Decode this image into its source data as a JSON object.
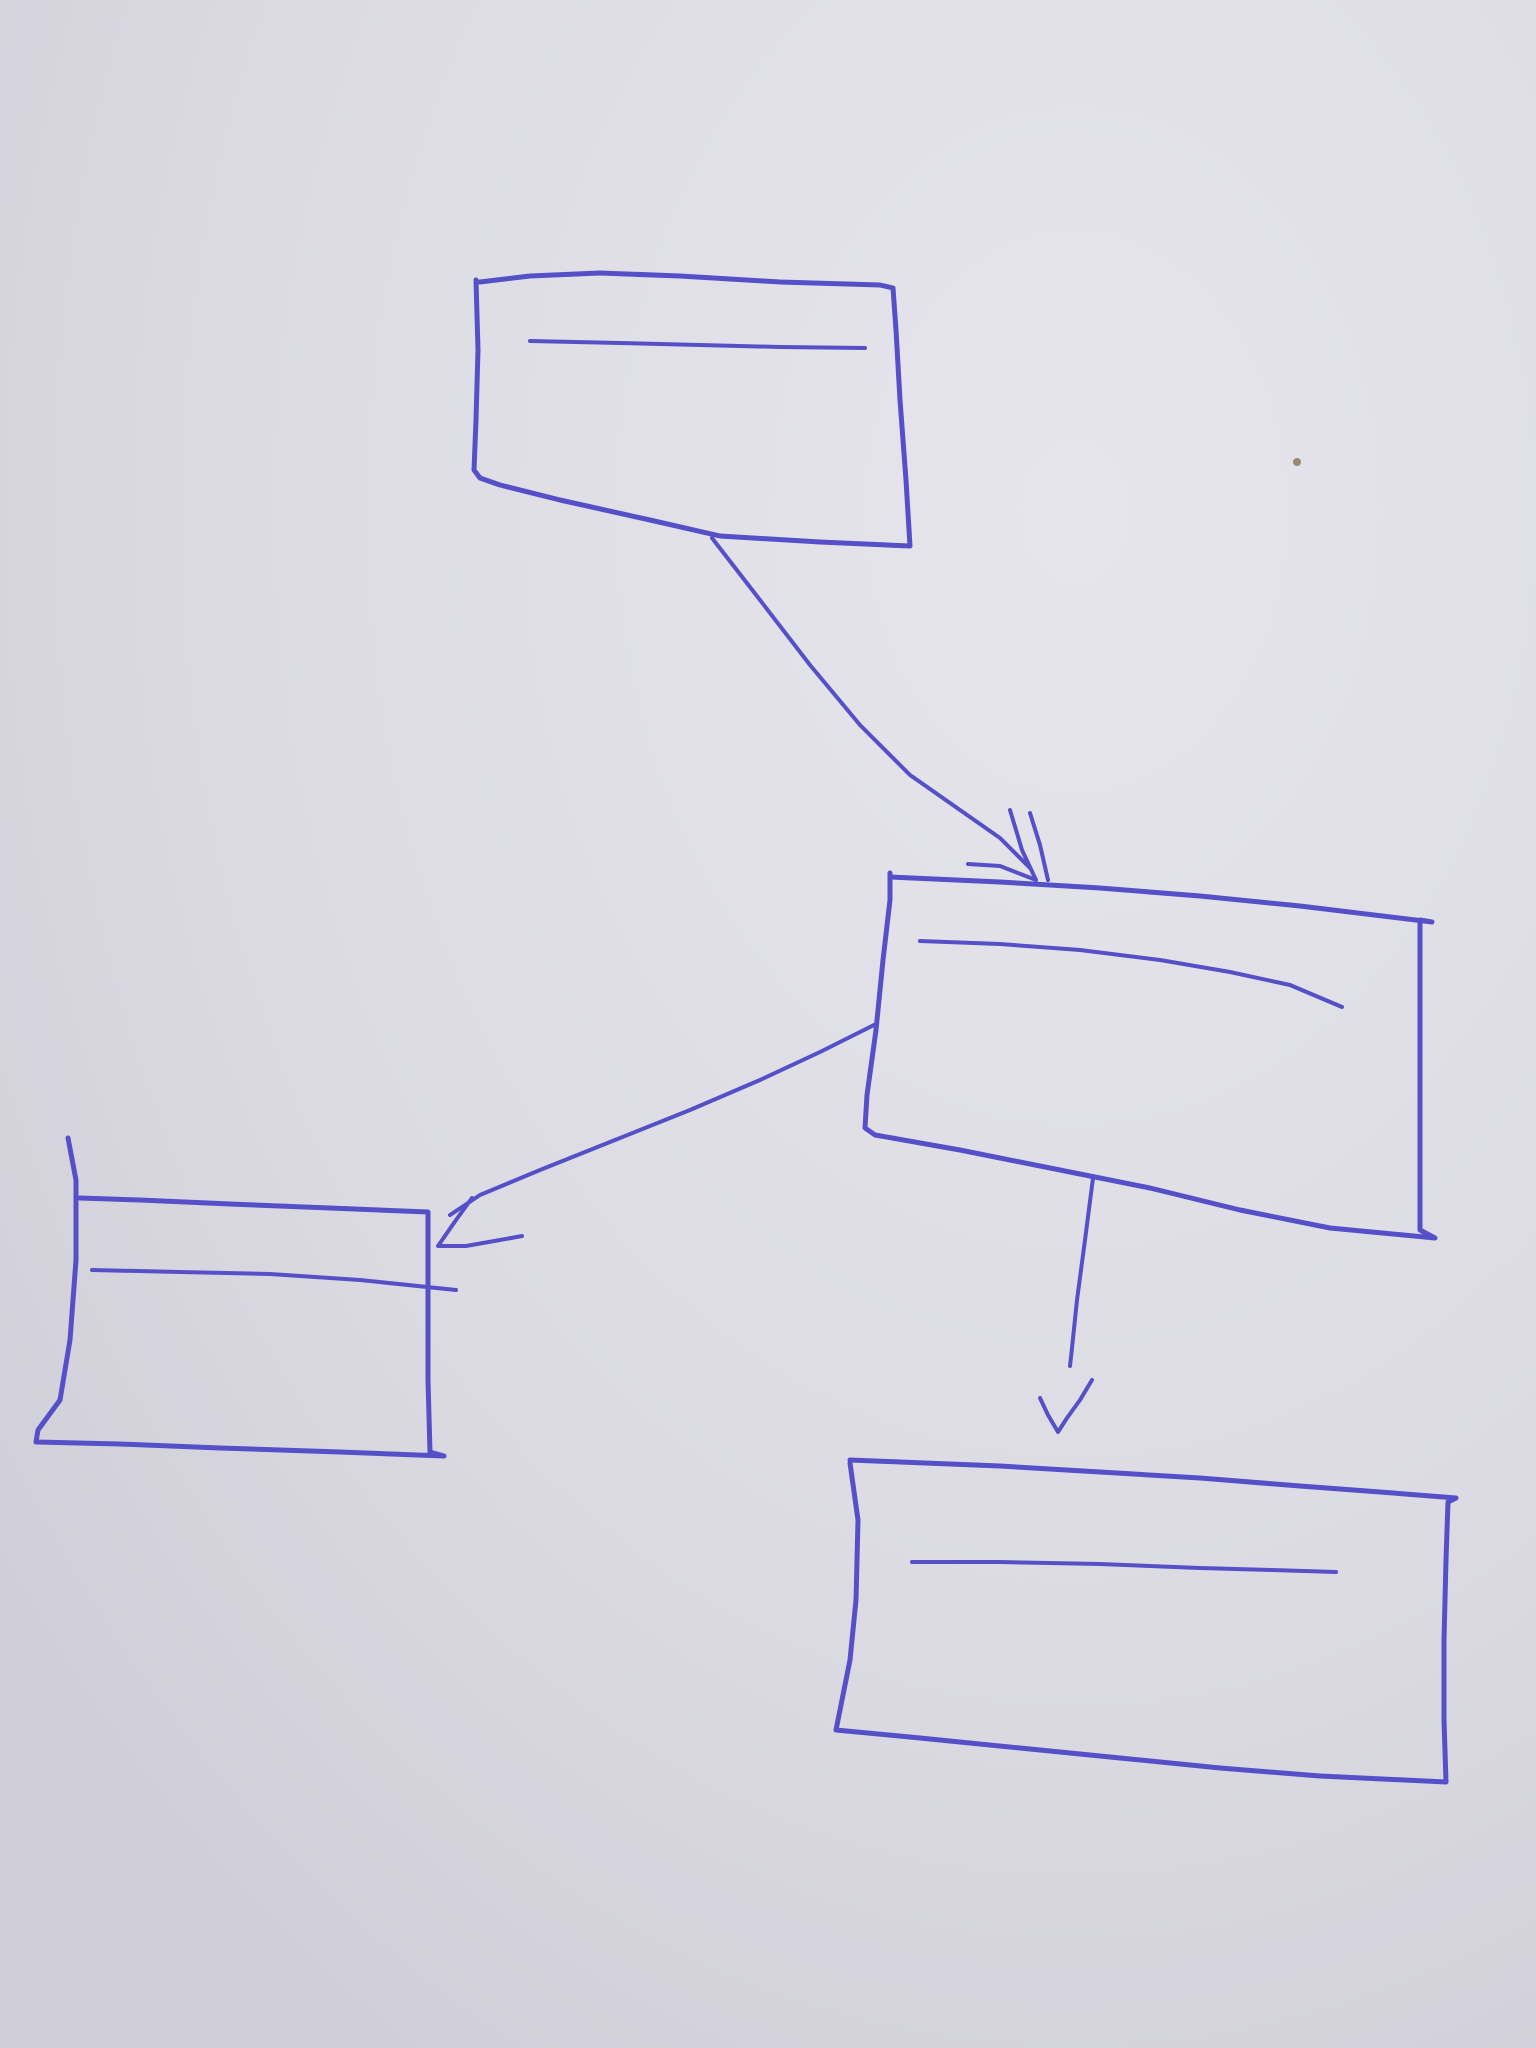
{
  "colors": {
    "paper": "#d9d8e0",
    "paper_light": "#e3e2e9",
    "ink": "#5550c8"
  },
  "diagram": {
    "nodes": [
      {
        "id": "top-box",
        "label": ""
      },
      {
        "id": "right-box",
        "label": ""
      },
      {
        "id": "left-box",
        "label": ""
      },
      {
        "id": "bottom-box",
        "label": ""
      }
    ],
    "edges": [
      {
        "from": "top-box",
        "to": "right-box",
        "head": "double-open-v"
      },
      {
        "from": "right-box",
        "to": "left-box",
        "head": "open-v"
      },
      {
        "from": "right-box",
        "to": "bottom-box",
        "head": "detached-v"
      }
    ]
  }
}
